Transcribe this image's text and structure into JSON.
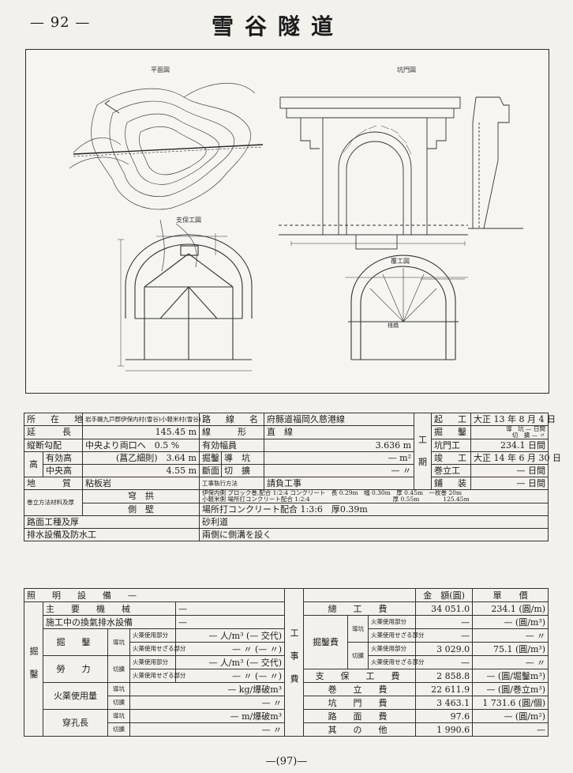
{
  "header": {
    "page_number": "— 92 —",
    "title": "雪谷隧道"
  },
  "drawing_labels": {
    "plan": "平面図",
    "elevation": "坑門図",
    "section_a": "支保工図",
    "section_b": "覆工図",
    "dim_tiny": "桟橋"
  },
  "spec": {
    "location_label": "所　在　地",
    "location_value": "岩手縣九戸郡伊保内村(雪谷)小軽米村(雪谷)",
    "line_label": "路　線　名",
    "line_value": "府縣道福岡久慈港線",
    "length_label": "延　　長",
    "length_value": "145.45 m",
    "shape_label": "線　　形",
    "shape_value": "直　線",
    "grade_label": "縦断勾配",
    "grade_value": "中央より両口へ　0.5 %",
    "width_label": "有効幅員",
    "width_value": "3.636 m",
    "height_label": "高",
    "eff_height_label": "有効高",
    "eff_height_value": "(菖乙細則)　3.64 m",
    "dig_label": "掘鑿",
    "heading_label": "導　坑",
    "heading_value": "— m²",
    "center_label": "中央高",
    "center_value": "4.55 m",
    "section_label": "斷面",
    "cut_label": "切　擴",
    "cut_value": "— 〃",
    "geology_label": "地　　質",
    "geology_value": "粘板岩",
    "method_label": "工事執行方法",
    "method_value": "請負工事",
    "construction_label": "工",
    "period_label": "期",
    "start_label": "起　工",
    "start_value": "大正 13 年 8 月 4 日",
    "dig_period_label": "掘　鑿",
    "dig_heading": "導　坑",
    "dig_heading_value": "— 日間",
    "dig_cut": "切　擴",
    "dig_cut_value": "— 〃",
    "portal_label": "坑門工",
    "portal_value": "234.1 日間",
    "complete_label": "竣　工",
    "complete_value": "大正 14 年 6 月 30 日",
    "lining_label": "巻立工",
    "lining_value": "— 日間",
    "paving_label": "鋪　装",
    "paving_value": "— 日間",
    "lining_method_label": "巻立方法材料及厚",
    "arch_label": "穹　拱",
    "arch_line1": "伊保内側 ブロック巻,配合 1:2:4 コンクリート　長 0.29m　幅 0.30m　厚 0.45m　一枚巻 20m",
    "arch_line2": "小軽米側 場所打コンクリート配合 1:2:4　　　　　　　　　　　　　　厚 0.55m　　　　125.45m",
    "side_label": "側　壁",
    "side_value": "場所打コンクリート配合 1:3:6　厚0.39m",
    "road_label": "路面工種及厚",
    "road_value": "砂利道",
    "drain_label": "排水設備及防水工",
    "drain_value": "兩側に側溝を設く",
    "light_label": "照　明　設　備",
    "light_value": "—"
  },
  "cost": {
    "amount_header": "金　額(圓)",
    "unit_header": "單　　價",
    "dig_group": "掘",
    "dig_group2": "鑿",
    "machine_label": "主　要　機　械",
    "machine_value": "—",
    "vent_label": "施工中の換氣排水設備",
    "vent_value": "—",
    "work_label": "工",
    "work_label2": "事",
    "work_label3": "費",
    "excav_label": "掘　鑿",
    "labor_label": "勞　力",
    "heading_short": "導坑",
    "cut_short": "切擴",
    "explosive_use": "火薬使用部分",
    "explosive_nouse": "火薬使用せざる部分",
    "labor_v1": "— 人/m³ (— 交代)",
    "labor_v2": "— 〃 (— 〃)",
    "labor_v3": "— 人/m³ (— 交代)",
    "labor_v4": "— 〃 (— 〃)",
    "explosive_label": "火薬使用量",
    "explosive_v1": "— kg/爆破m³",
    "explosive_v2": "— 〃",
    "drill_label": "穿孔長",
    "drill_v1": "— m/爆破m³",
    "drill_v2": "— 〃",
    "total_label": "總　工　費",
    "total_amount": "34 051.0",
    "total_unit": "234.1 (圓/m)",
    "digcost_label": "掘鑿費",
    "dc1_amount": "—",
    "dc1_unit": "— (圓/m³)",
    "dc2_amount": "—",
    "dc2_unit": "— 〃",
    "dc3_amount": "3 029.0",
    "dc3_unit": "75.1 (圓/m³)",
    "dc4_amount": "—",
    "dc4_unit": "— 〃",
    "support_label": "支　保　工　費",
    "support_amount": "2 858.8",
    "support_unit": "— (圓/堀鑿m³)",
    "lining_label": "巻　立　費",
    "lining_amount": "22 611.9",
    "lining_unit": "— (圓/巻立m³)",
    "portal_label": "坑　門　費",
    "portal_amount": "3 463.1",
    "portal_unit": "1 731.6 (圓/個)",
    "road_label": "路　面　費",
    "road_amount": "97.6",
    "road_unit": "— (圓/m²)",
    "other_label": "其　の　他",
    "other_amount": "1 990.6",
    "other_unit": "—"
  },
  "footer": {
    "page": "—(97)—"
  }
}
